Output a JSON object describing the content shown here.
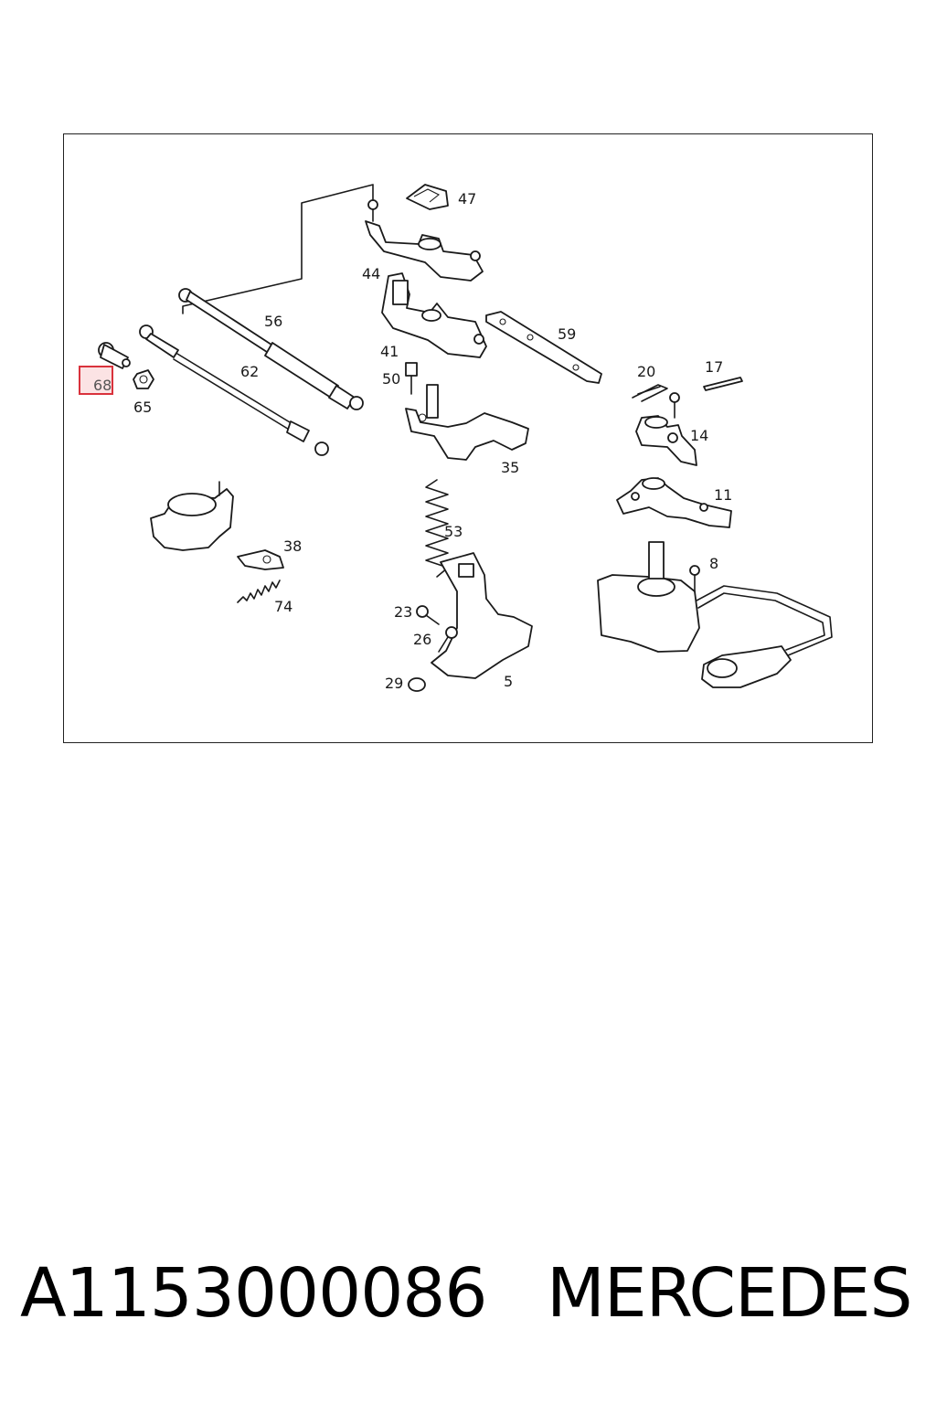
{
  "diagram": {
    "callouts": [
      {
        "id": "47",
        "label": "47"
      },
      {
        "id": "44",
        "label": "44"
      },
      {
        "id": "56",
        "label": "56"
      },
      {
        "id": "62",
        "label": "62"
      },
      {
        "id": "68",
        "label": "68",
        "highlighted": true
      },
      {
        "id": "65",
        "label": "65"
      },
      {
        "id": "41",
        "label": "41"
      },
      {
        "id": "50",
        "label": "50"
      },
      {
        "id": "59",
        "label": "59"
      },
      {
        "id": "20",
        "label": "20"
      },
      {
        "id": "17",
        "label": "17"
      },
      {
        "id": "14",
        "label": "14"
      },
      {
        "id": "35",
        "label": "35"
      },
      {
        "id": "11",
        "label": "11"
      },
      {
        "id": "53",
        "label": "53"
      },
      {
        "id": "38",
        "label": "38"
      },
      {
        "id": "74",
        "label": "74"
      },
      {
        "id": "8",
        "label": "8"
      },
      {
        "id": "23",
        "label": "23"
      },
      {
        "id": "26",
        "label": "26"
      },
      {
        "id": "29",
        "label": "29"
      },
      {
        "id": "5",
        "label": "5"
      }
    ],
    "highlight_color": "#d9323c"
  },
  "caption": {
    "part_number": "A1153000086",
    "brand": "MERCEDES"
  }
}
